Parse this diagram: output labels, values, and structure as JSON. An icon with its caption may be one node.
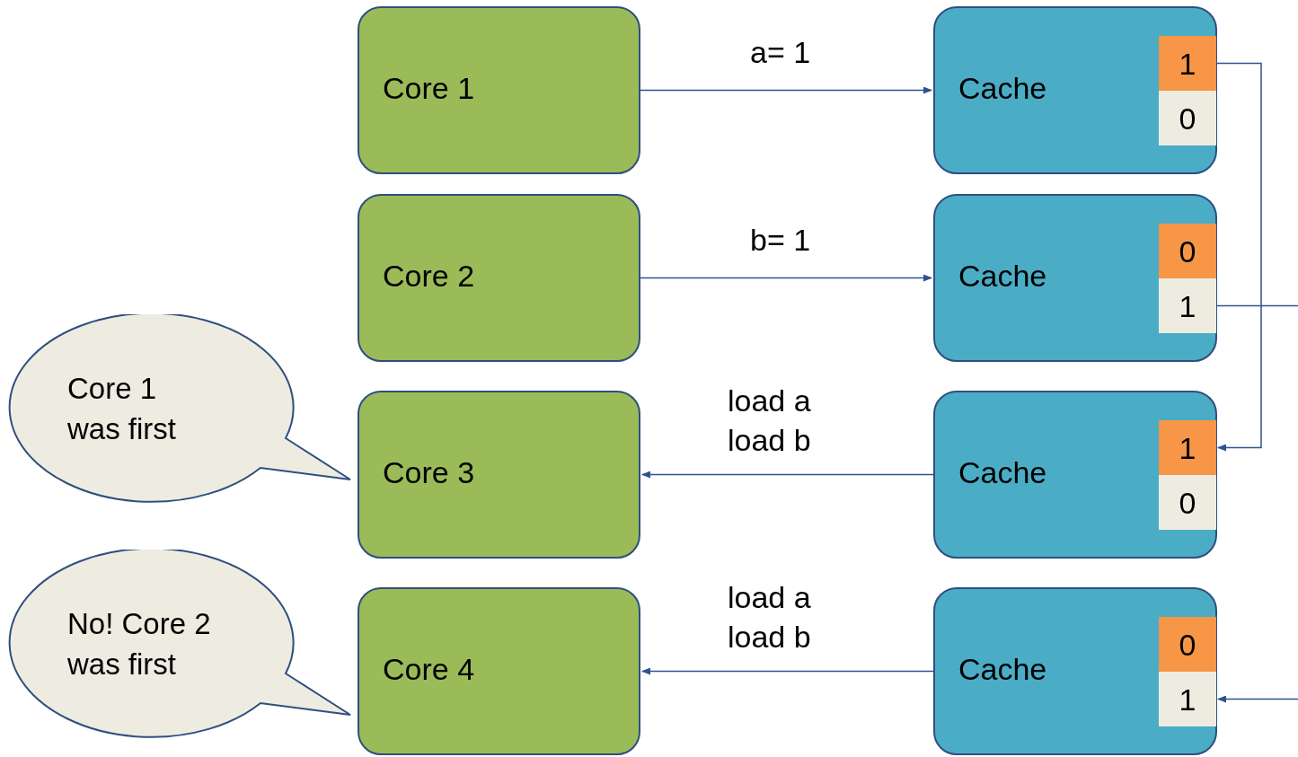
{
  "diagram": {
    "nodes": [
      {
        "text": [
          "Core 1"
        ]
      },
      {
        "text": [
          "Cache"
        ]
      },
      {
        "text": [
          "1"
        ],
        "in": 1
      },
      {
        "text": [
          "0"
        ],
        "in": 1
      },
      {
        "text": [
          "Core 2"
        ]
      },
      {
        "text": [
          "Cache"
        ]
      },
      {
        "text": [
          "0"
        ],
        "in": 5
      },
      {
        "text": [
          "1"
        ],
        "in": 5
      },
      {
        "text": [
          "Core 1 was first"
        ]
      },
      {
        "text": [
          "Core 3"
        ]
      },
      {
        "text": [
          "Cache"
        ]
      },
      {
        "text": [
          "1"
        ],
        "in": 10
      },
      {
        "text": [
          "0"
        ],
        "in": 10
      },
      {
        "text": [
          "No! Core 2 was first"
        ]
      },
      {
        "text": [
          "Core 4"
        ]
      },
      {
        "text": [
          "Cache"
        ]
      },
      {
        "text": [
          "0"
        ],
        "in": 15
      },
      {
        "text": [
          "1"
        ],
        "in": 15
      }
    ],
    "edges": [
      {
        "from": 0,
        "to": 1,
        "arrow": "to",
        "label": "a= 1"
      },
      {
        "from": 4,
        "to": 5,
        "arrow": "to",
        "label": "b= 1"
      },
      {
        "from": 10,
        "to": 9,
        "arrow": "to",
        "label": "load a load b"
      },
      {
        "from": 15,
        "to": 14,
        "arrow": "to",
        "label": "load a load b"
      },
      {
        "from": 2,
        "to": 11,
        "arrow": "to"
      },
      {
        "from": 7,
        "to": 17,
        "arrow": "to"
      }
    ]
  }
}
